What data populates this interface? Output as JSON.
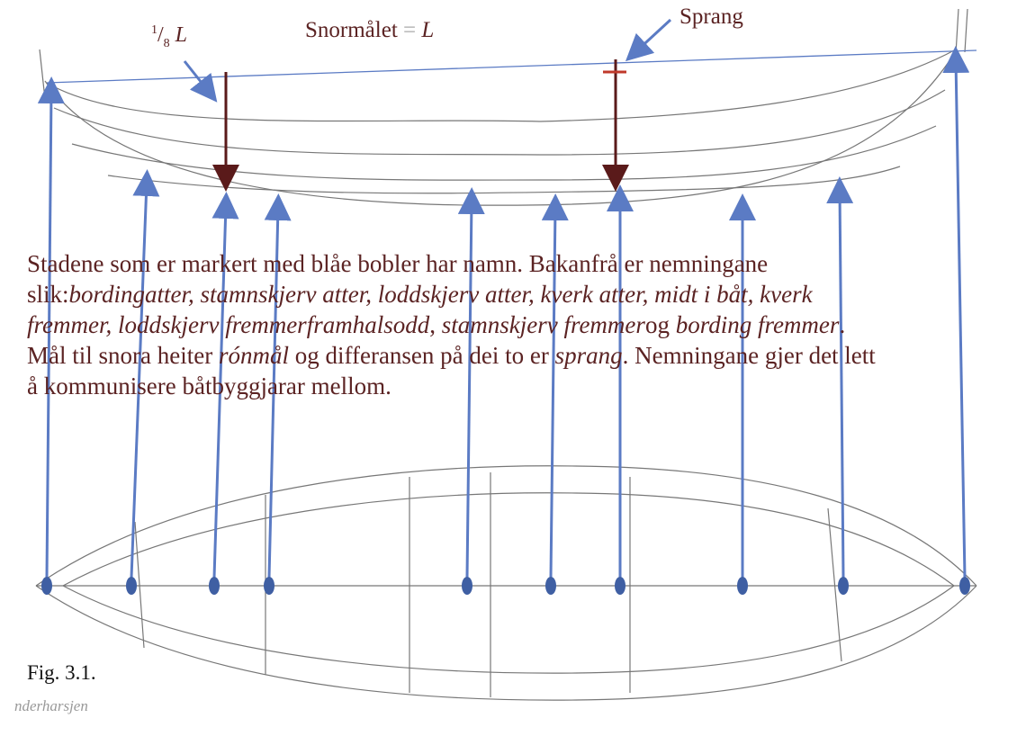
{
  "labels": {
    "eighth_L": {
      "num": "1",
      "den": "8",
      "var": "L"
    },
    "snormalet": {
      "text": "Snormålet",
      "eq": "=",
      "var": "L"
    },
    "sprang": "Sprang"
  },
  "paragraph": {
    "lines": [
      [
        {
          "t": "Stadene som er markert med blåe bobler har namn. Bakanfrå er nemningane",
          "i": false
        }
      ],
      [
        {
          "t": "slik:",
          "i": false
        },
        {
          "t": "bordingatter, stamnskjerv atter, loddskjerv atter, kverk atter, midt i båt, kverk",
          "i": true
        }
      ],
      [
        {
          "t": "fremmer, loddskjerv fremmer",
          "i": true
        },
        {
          "t": "framhalsodd",
          "i": true
        },
        {
          "t": ", ",
          "i": false
        },
        {
          "t": "stamnskjerv fremmer",
          "i": true
        },
        {
          "t": "og ",
          "i": false
        },
        {
          "t": "bording fremmer",
          "i": true
        },
        {
          "t": ".",
          "i": false
        }
      ],
      [
        {
          "t": "Mål til snora heiter ",
          "i": false
        },
        {
          "t": "rónmål",
          "i": true
        },
        {
          "t": " og differansen på dei to er ",
          "i": false
        },
        {
          "t": "sprang",
          "i": true
        },
        {
          "t": ". Nemningane gjer det lett",
          "i": false
        }
      ],
      [
        {
          "t": "å kommunisere båtbyggjarar mellom.",
          "i": false
        }
      ]
    ]
  },
  "caption": "Fig. 3.1.",
  "handwriting": "nderharsjen",
  "colors": {
    "arrow": "#5b7bc4",
    "text": "#5b2323",
    "marker": "#5a1a1a",
    "cross": "#c0392b",
    "bubble": "#3f5fa3"
  }
}
